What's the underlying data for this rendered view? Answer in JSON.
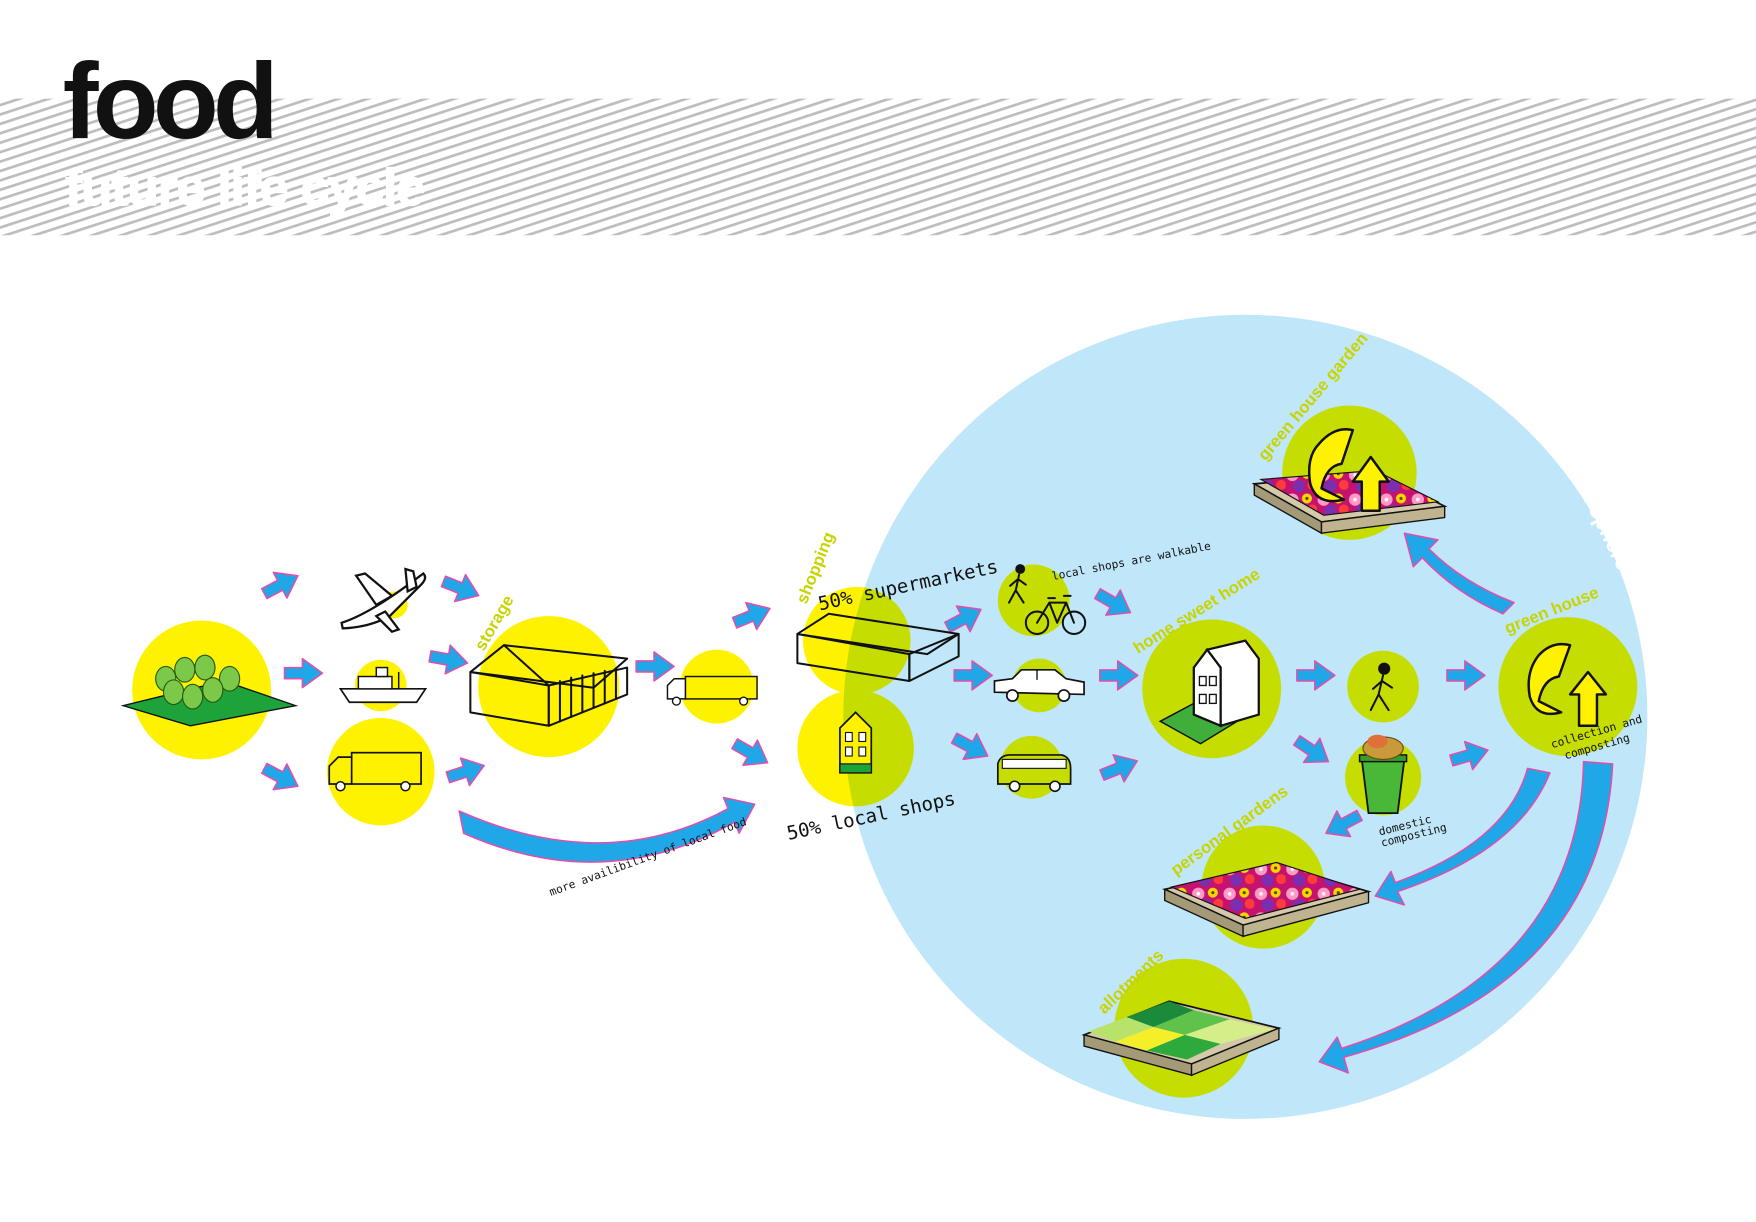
{
  "header": {
    "title": "food",
    "subtitle": "future life cycle"
  },
  "labels": {
    "storage": "storage",
    "shopping": "shopping",
    "supermarkets": "50% supermarkets",
    "local_shops": "50% local shops",
    "walkable": "local shops are walkable",
    "home": "home sweet home",
    "green_house": "green house",
    "green_house_garden": "green house garden",
    "urban_sphere": "the urban sphere",
    "collection_line1": "collection and",
    "collection_line2": "composting",
    "domestic_line1": "domestic",
    "domestic_line2": "composting",
    "personal_gardens": "personal gardens",
    "allotments": "allotments",
    "local_food": "more availibility of local food"
  },
  "colors": {
    "yellow": "#fff200",
    "lime": "#c5dd00",
    "sphere": "#bfe6f9",
    "arrow": "#1fa7e8",
    "arrow_outline": "#ec4aa8"
  },
  "icons": [
    "forest-icon",
    "airplane-icon",
    "ship-icon",
    "truck-icon",
    "warehouse-icon",
    "van-icon",
    "supermarket-icon",
    "local-shop-icon",
    "pedestrian-icon",
    "bicycle-icon",
    "car-icon",
    "minibus-icon",
    "house-icon",
    "compost-bin-icon",
    "recycle-icon",
    "flower-bed-icon",
    "allotment-icon"
  ]
}
